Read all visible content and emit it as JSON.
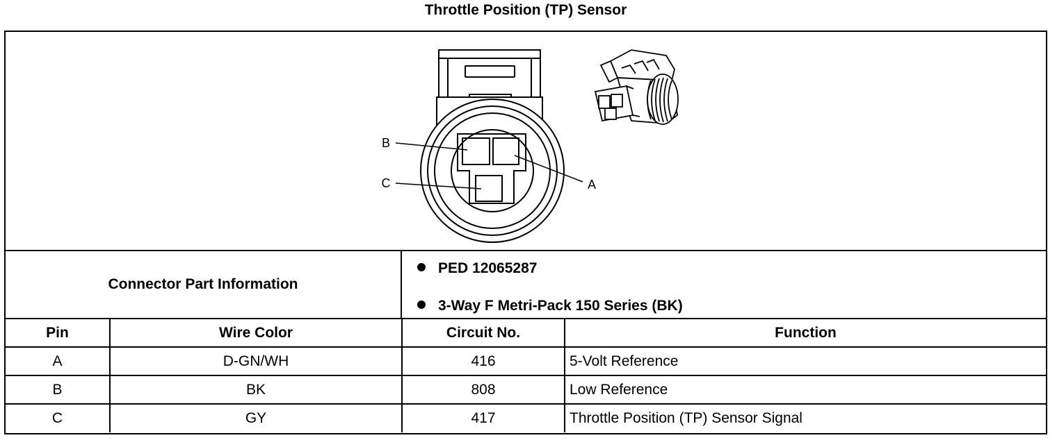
{
  "title": "Throttle Position (TP) Sensor",
  "diagram": {
    "pin_labels": [
      "A",
      "B",
      "C"
    ]
  },
  "connector_info": {
    "label": "Connector Part Information",
    "items": [
      "PED 12065287",
      "3-Way F Metri-Pack 150 Series (BK)"
    ]
  },
  "table": {
    "headers": {
      "pin": "Pin",
      "wire_color": "Wire Color",
      "circuit": "Circuit No.",
      "function": "Function"
    },
    "rows": [
      {
        "pin": "A",
        "wire_color": "D-GN/WH",
        "circuit": "416",
        "function": "5-Volt Reference"
      },
      {
        "pin": "B",
        "wire_color": "BK",
        "circuit": "808",
        "function": "Low Reference"
      },
      {
        "pin": "C",
        "wire_color": "GY",
        "circuit": "417",
        "function": "Throttle Position (TP) Sensor Signal"
      }
    ]
  }
}
